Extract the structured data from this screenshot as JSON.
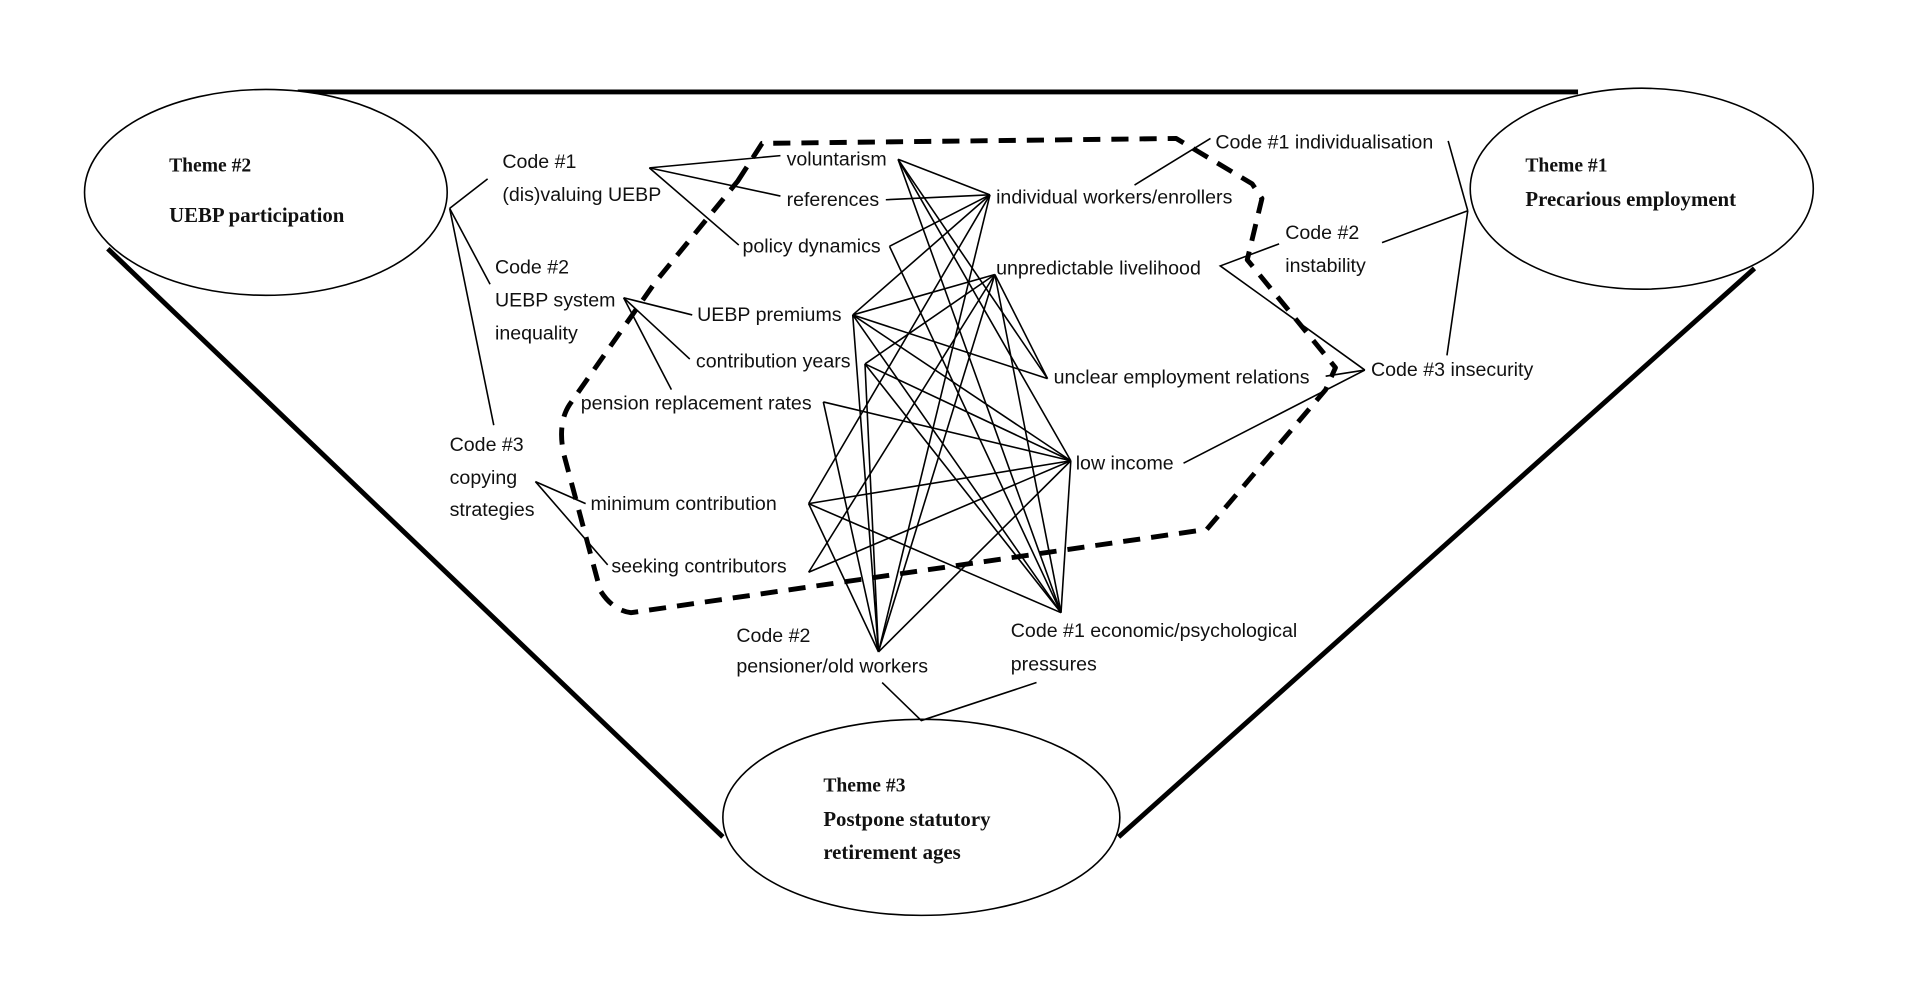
{
  "themes": {
    "theme1": {
      "label": "Theme #1",
      "title_lines": [
        "Precarious employment"
      ]
    },
    "theme2": {
      "label": "Theme #2",
      "title_lines": [
        "UEBP participation"
      ]
    },
    "theme3": {
      "label": "Theme #3",
      "title_lines": [
        "Postpone  statutory",
        "retirement ages"
      ]
    }
  },
  "codes": {
    "t2_code1": [
      "Code #1",
      "(dis)valuing UEBP"
    ],
    "t2_code2": [
      "Code #2",
      "UEBP  system",
      "inequality"
    ],
    "t2_code3": [
      "Code #3",
      "copying",
      "strategies"
    ],
    "t1_code1": [
      "Code #1 individualisation"
    ],
    "t1_code2": [
      "Code #2",
      "instability"
    ],
    "t1_code3": [
      "Code #3 insecurity"
    ],
    "t3_code1": [
      "Code #1 economic/psychological",
      "pressures"
    ],
    "t3_code2": [
      "Code #2",
      "pensioner/old workers"
    ]
  },
  "subcodes": {
    "voluntarism": "voluntarism",
    "references": "references",
    "policy_dynamics": "policy dynamics",
    "individual_workers": "individual workers/enrollers",
    "unpredictable_livelihood": "unpredictable livelihood",
    "uebp_premiums": "UEBP premiums",
    "contribution_years": "contribution years",
    "pension_replacement": "pension replacement rates",
    "unclear_employment": "unclear employment relations",
    "low_income": "low income",
    "minimum_contribution": "minimum contribution",
    "seeking_contributors": "seeking contributors"
  },
  "network_edges": [
    [
      "voluntarism",
      "individual_workers"
    ],
    [
      "voluntarism",
      "economic_pressures"
    ],
    [
      "voluntarism",
      "low_income"
    ],
    [
      "voluntarism",
      "unclear_employment"
    ],
    [
      "references",
      "individual_workers"
    ],
    [
      "policy_dynamics",
      "individual_workers"
    ],
    [
      "policy_dynamics",
      "economic_pressures"
    ],
    [
      "individual_workers",
      "uebp_premiums"
    ],
    [
      "individual_workers",
      "minimum_contribution"
    ],
    [
      "individual_workers",
      "pensioner"
    ],
    [
      "unpredictable_livelihood",
      "uebp_premiums"
    ],
    [
      "unpredictable_livelihood",
      "contribution_years"
    ],
    [
      "unpredictable_livelihood",
      "seeking_contributors"
    ],
    [
      "unpredictable_livelihood",
      "pensioner"
    ],
    [
      "unpredictable_livelihood",
      "economic_pressures"
    ],
    [
      "unpredictable_livelihood",
      "unclear_employment"
    ],
    [
      "uebp_premiums",
      "unclear_employment"
    ],
    [
      "uebp_premiums",
      "low_income"
    ],
    [
      "uebp_premiums",
      "economic_pressures"
    ],
    [
      "uebp_premiums",
      "pensioner"
    ],
    [
      "contribution_years",
      "pensioner"
    ],
    [
      "contribution_years",
      "economic_pressures"
    ],
    [
      "contribution_years",
      "low_income"
    ],
    [
      "pension_replacement",
      "low_income"
    ],
    [
      "pension_replacement",
      "pensioner"
    ],
    [
      "minimum_contribution",
      "low_income"
    ],
    [
      "minimum_contribution",
      "economic_pressures"
    ],
    [
      "minimum_contribution",
      "pensioner"
    ],
    [
      "seeking_contributors",
      "low_income"
    ],
    [
      "pensioner",
      "low_income"
    ],
    [
      "economic_pressures",
      "low_income"
    ]
  ]
}
